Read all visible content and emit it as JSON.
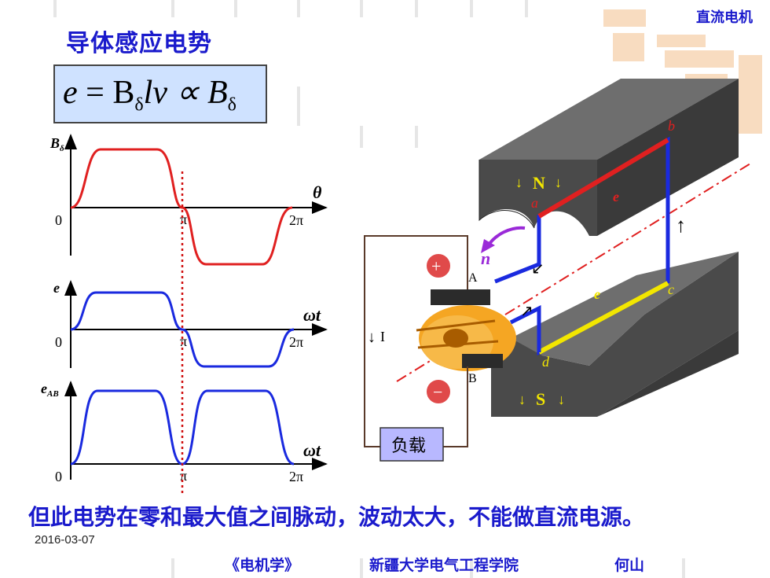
{
  "header": {
    "tag": "直流电机",
    "title": "导体感应电势"
  },
  "formula": {
    "e": "e",
    "eq": " = B",
    "sub1": "δ",
    "mid": "lv ∝ B",
    "sub2": "δ"
  },
  "waveform_plots": [
    {
      "y_label": "B",
      "y_sub": "δ",
      "x_label": "θ",
      "origin": "0",
      "pi_label": "π",
      "two_pi_label": "2π"
    },
    {
      "y_label": "e",
      "y_sub": "",
      "x_label": "ωt",
      "origin": "0",
      "pi_label": "π",
      "two_pi_label": "2π"
    },
    {
      "y_label": "e",
      "y_sub": "AB",
      "x_label": "ωt",
      "origin": "0",
      "pi_label": "π",
      "two_pi_label": "2π"
    }
  ],
  "machine_labels": {
    "north": "N",
    "south": "S",
    "a": "a",
    "b": "b",
    "c": "c",
    "d": "d",
    "e_top": "e",
    "e_bottom": "e",
    "rotation": "n",
    "brush_a": "A",
    "brush_b": "B",
    "current": "I",
    "load": "负载",
    "plus": "+",
    "minus": "−"
  },
  "colors": {
    "title_blue": "#1a1acc",
    "red_wave": "#e02020",
    "blue_wave": "#1a2adf",
    "magnet": "#4a4a4a",
    "commutator": "#f5a623"
  },
  "bottom_statement": "但此电势在零和最大值之间脉动，波动太大，不能做直流电源。",
  "date": "2016-03-07",
  "footer": {
    "course": "《电机学》",
    "school": "新疆大学电气工程学院",
    "author": "何山"
  }
}
